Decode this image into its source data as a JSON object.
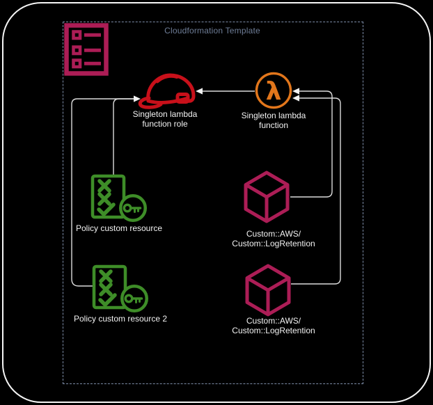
{
  "template_box": {
    "title": "Cloudformation Template"
  },
  "nodes": {
    "template_list": {
      "icon": "cloudformation-template-icon"
    },
    "role": {
      "label": "Singleton lambda function role",
      "icon": "iam-role-icon"
    },
    "lambda_fn": {
      "label": "Singleton lambda function",
      "icon": "lambda-function-icon",
      "glyph": "λ"
    },
    "policy1": {
      "label": "Policy custom resource",
      "icon": "policy-custom-resource-icon"
    },
    "policy2": {
      "label": "Policy custom resource 2",
      "icon": "policy-custom-resource-icon"
    },
    "custom1": {
      "line1": "Custom::AWS/",
      "line2": "Custom::LogRetention",
      "icon": "custom-resource-cube-icon"
    },
    "custom2": {
      "line1": "Custom::AWS/",
      "line2": "Custom::LogRetention",
      "icon": "custom-resource-cube-icon"
    }
  },
  "edges": [
    {
      "from": "lambda_fn",
      "to": "role"
    },
    {
      "from": "policy1",
      "to": "role"
    },
    {
      "from": "policy2",
      "to": "role"
    },
    {
      "from": "custom1",
      "to": "lambda_fn"
    },
    {
      "from": "custom2",
      "to": "lambda_fn"
    }
  ],
  "colors": {
    "background": "#000000",
    "frame": "#f5f5f5",
    "boundary_dashed": "#7d8da8",
    "title_text": "#6f7e98",
    "label_text": "#f2f2f2",
    "connector": "#dcdcdc",
    "crimson": "#ac1d56",
    "red": "#c8101a",
    "orange": "#e2761b",
    "green": "#3e8d28"
  }
}
